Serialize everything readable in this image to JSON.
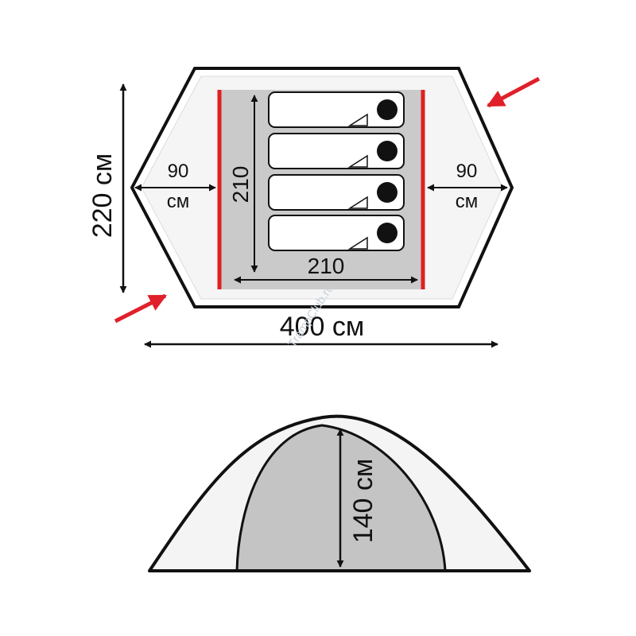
{
  "labels": {
    "total_width": "220 см",
    "vestibule_left_value": "90",
    "vestibule_left_unit": "см",
    "vestibule_right_value": "90",
    "vestibule_right_unit": "см",
    "inner_length_vertical": "210",
    "inner_width_horizontal": "210",
    "total_length": "400 см",
    "height": "140 см"
  },
  "watermark": "TrampClub.ru",
  "sleeping_places": 4,
  "colors": {
    "outline": "#111111",
    "floor": "#c9c9c9",
    "inner_wall": "#e02020",
    "arrow": "#e0202a",
    "fly": "#f2f2f2",
    "inner_tent": "#c4c4c4"
  }
}
